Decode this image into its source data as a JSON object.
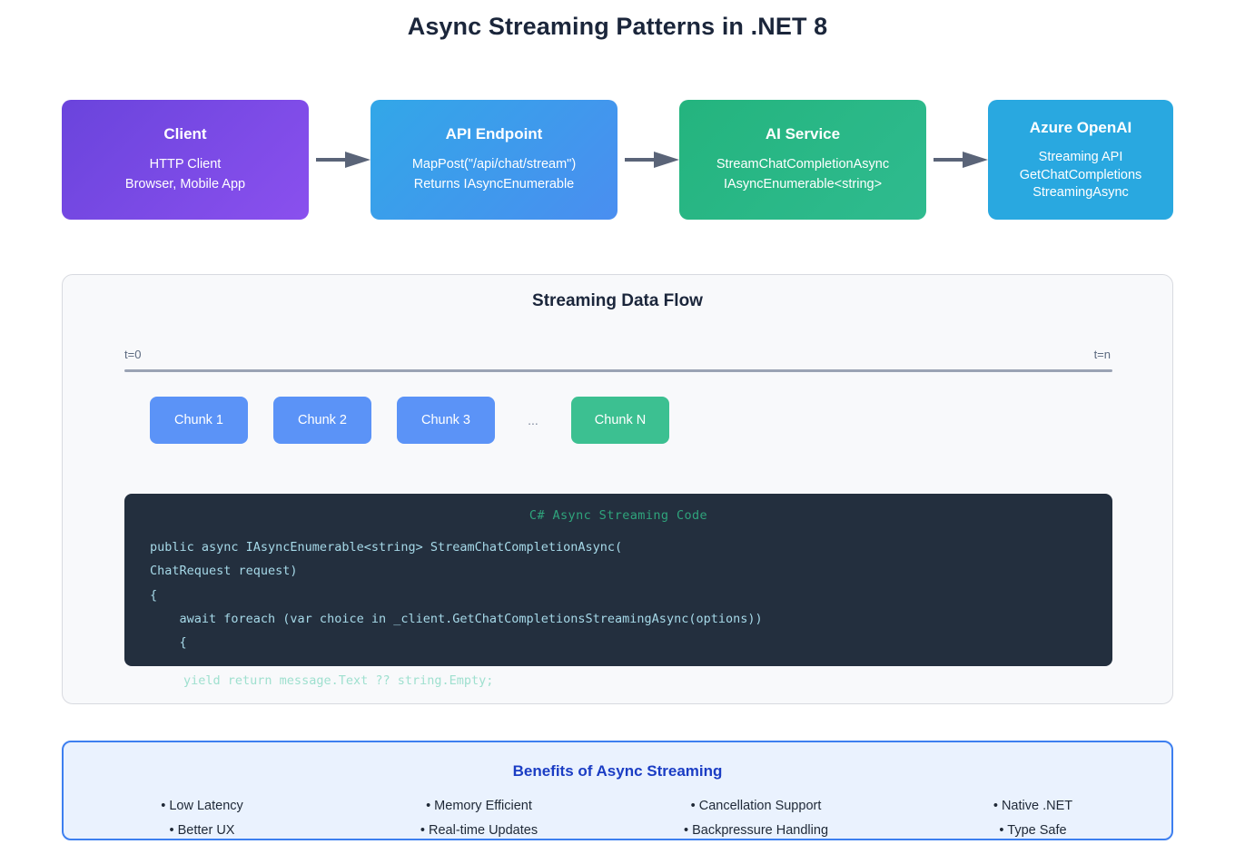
{
  "page": {
    "title": "Async Streaming Patterns in .NET 8",
    "background": "#ffffff"
  },
  "flow": {
    "arrow_color": "#5a6478",
    "boxes": [
      {
        "id": "client",
        "title": "Client",
        "lines": [
          "HTTP Client",
          "Browser, Mobile App"
        ],
        "color_from": "#6a44dc",
        "color_to": "#8a50ee"
      },
      {
        "id": "api",
        "title": "API Endpoint",
        "lines": [
          "MapPost(\"/api/chat/stream\")",
          "Returns IAsyncEnumerable"
        ],
        "color_from": "#32a7e8",
        "color_to": "#4a8ef0"
      },
      {
        "id": "ai",
        "title": "AI Service",
        "lines": [
          "StreamChatCompletionAsync",
          "IAsyncEnumerable<string>"
        ],
        "color_from": "#24b47e",
        "color_to": "#2fbb8f"
      },
      {
        "id": "azure",
        "title": "Azure OpenAI",
        "lines": [
          "Streaming API",
          "GetChatCompletions StreamingAsync"
        ],
        "color_from": "#29a8e0",
        "color_to": "#29a8e0"
      }
    ]
  },
  "streaming_panel": {
    "title": "Streaming Data Flow",
    "timeline_start": "t=0",
    "timeline_end": "t=n",
    "chunks": [
      {
        "label": "Chunk 1",
        "color": "#5b93f7"
      },
      {
        "label": "Chunk 2",
        "color": "#5b93f7"
      },
      {
        "label": "Chunk 3",
        "color": "#5b93f7"
      },
      {
        "label": "Chunk N",
        "color": "#3cc091"
      }
    ],
    "ellipsis": "...",
    "code": {
      "header": "C# Async Streaming Code",
      "header_color": "#2fa47c",
      "text_color": "#a6d9e8",
      "background": "#232f3e",
      "lines": [
        "public async IAsyncEnumerable<string> StreamChatCompletionAsync(",
        "ChatRequest request)",
        "{",
        "    await foreach (var choice in _client.GetChatCompletionsStreamingAsync(options))",
        "    {"
      ],
      "overflow_line": "        yield return message.Text ?? string.Empty;",
      "overflow_color": "#9fe0cf"
    }
  },
  "benefits": {
    "title": "Benefits of Async Streaming",
    "title_color": "#1b3dc4",
    "border_color": "#3d7ff0",
    "background": "#eaf2fe",
    "columns": [
      [
        "• Low Latency",
        "• Better UX"
      ],
      [
        "• Memory Efficient",
        "• Real-time Updates"
      ],
      [
        "• Cancellation Support",
        "• Backpressure Handling"
      ],
      [
        "• Native .NET",
        "• Type Safe"
      ]
    ]
  }
}
